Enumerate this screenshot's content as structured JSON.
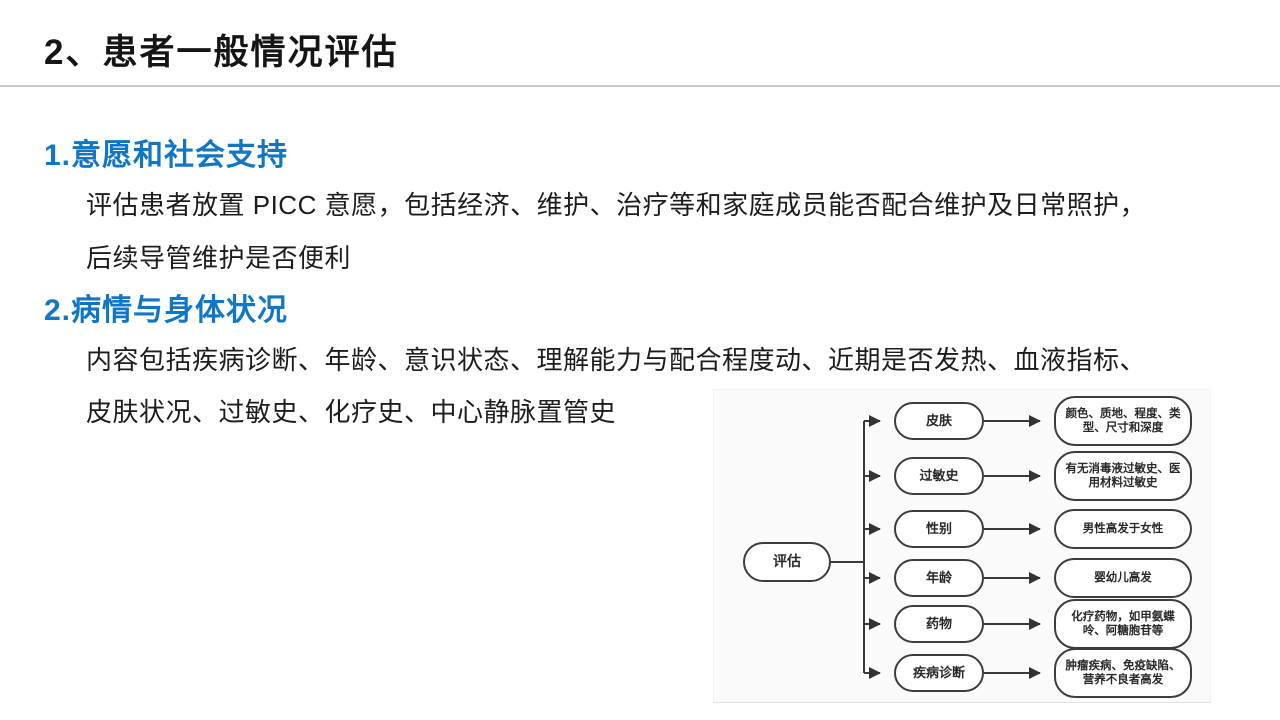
{
  "slide": {
    "title": "2、患者一般情况评估",
    "sections": [
      {
        "heading": "1.意愿和社会支持",
        "lines": [
          "评估患者放置 PICC 意愿，包括经济、维护、治疗等和家庭成员能否配合维护及日常照护，",
          "后续导管维护是否便利"
        ]
      },
      {
        "heading": "2.病情与身体状况",
        "lines": [
          "内容包括疾病诊断、年龄、意识状态、理解能力与配合程度动、近期是否发热、血液指标、",
          "皮肤状况、过敏史、化疗史、中心静脉置管史"
        ]
      }
    ]
  },
  "diagram": {
    "root": "评估",
    "rows": [
      {
        "category": "皮肤",
        "detail": "颜色、质地、程度、类型、尺寸和深度"
      },
      {
        "category": "过敏史",
        "detail": "有无消毒液过敏史、医用材料过敏史"
      },
      {
        "category": "性别",
        "detail": "男性高发于女性"
      },
      {
        "category": "年龄",
        "detail": "婴幼儿高发"
      },
      {
        "category": "药物",
        "detail": "化疗药物，如甲氨蝶呤、阿糖胞苷等"
      },
      {
        "category": "疾病诊断",
        "detail": "肿瘤疾病、免疫缺陷、营养不良者高发"
      }
    ]
  },
  "colors": {
    "heading_blue": "#1076c5",
    "title_text": "#151515",
    "divider_gray": "#cbcbcb",
    "diagram_line": "#3a3a3a"
  }
}
